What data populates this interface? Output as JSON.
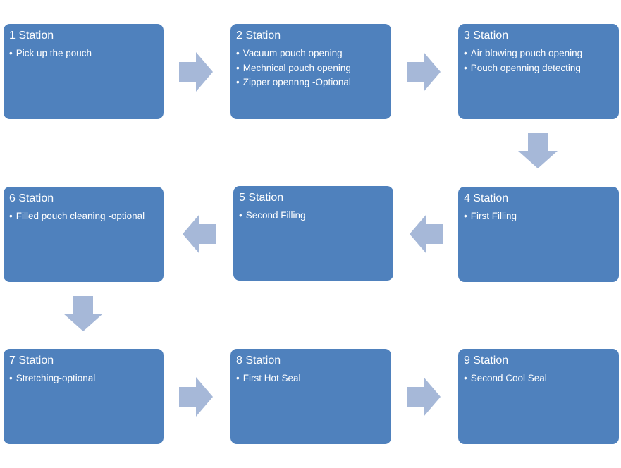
{
  "accent": "#4f81bd",
  "arrow_color": "#a6b8d8",
  "stations": [
    {
      "title": "1 Station",
      "items": [
        "Pick up the pouch"
      ]
    },
    {
      "title": "2 Station",
      "items": [
        "Vacuum pouch opening",
        "Mechnical pouch  opening",
        "Zipper opennng  -Optional"
      ]
    },
    {
      "title": "3 Station",
      "items": [
        "Air blowing pouch opening",
        "Pouch openning detecting"
      ]
    },
    {
      "title": "4 Station",
      "items": [
        "First Filling"
      ]
    },
    {
      "title": "5 Station",
      "items": [
        "Second Filling"
      ]
    },
    {
      "title": "6 Station",
      "items": [
        "Filled pouch cleaning -optional"
      ]
    },
    {
      "title": "7 Station",
      "items": [
        "Stretching-optional"
      ]
    },
    {
      "title": "8 Station",
      "items": [
        "First Hot Seal"
      ]
    },
    {
      "title": "9 Station",
      "items": [
        "Second Cool Seal"
      ]
    }
  ]
}
